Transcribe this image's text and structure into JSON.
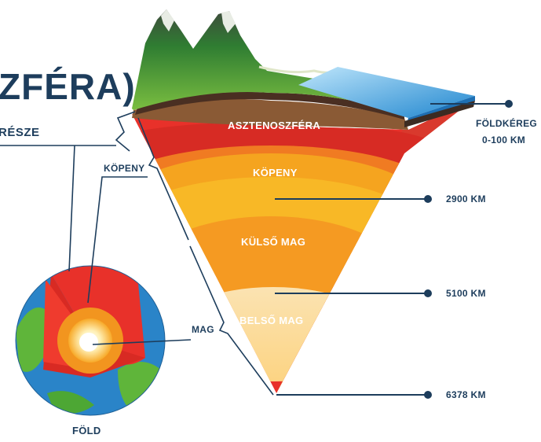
{
  "title": {
    "text": "ZFÉRA)",
    "subtitle": "RÉSZE"
  },
  "layers": {
    "asthenosphere": "ASZTENOSZFÉRA",
    "mantle": "KÖPENY",
    "outer_core": "KÜLSŐ MAG",
    "inner_core": "BELSŐ MAG"
  },
  "depths": {
    "crust_name": "FÖLDKÉREG",
    "crust_depth": "0-100 KM",
    "d1": "2900 KM",
    "d2": "5100 KM",
    "d3": "6378 KM"
  },
  "side_labels": {
    "mantle": "KÖPENY",
    "core": "MAG",
    "earth": "FÖLD"
  },
  "colors": {
    "text": "#1d3d5c",
    "line": "#1d3d5c",
    "red": "#e8312a",
    "orange": "#f29422",
    "yellow": "#f9c02a",
    "ocean": "#2a8fd0",
    "grass": "#5fb53a"
  }
}
